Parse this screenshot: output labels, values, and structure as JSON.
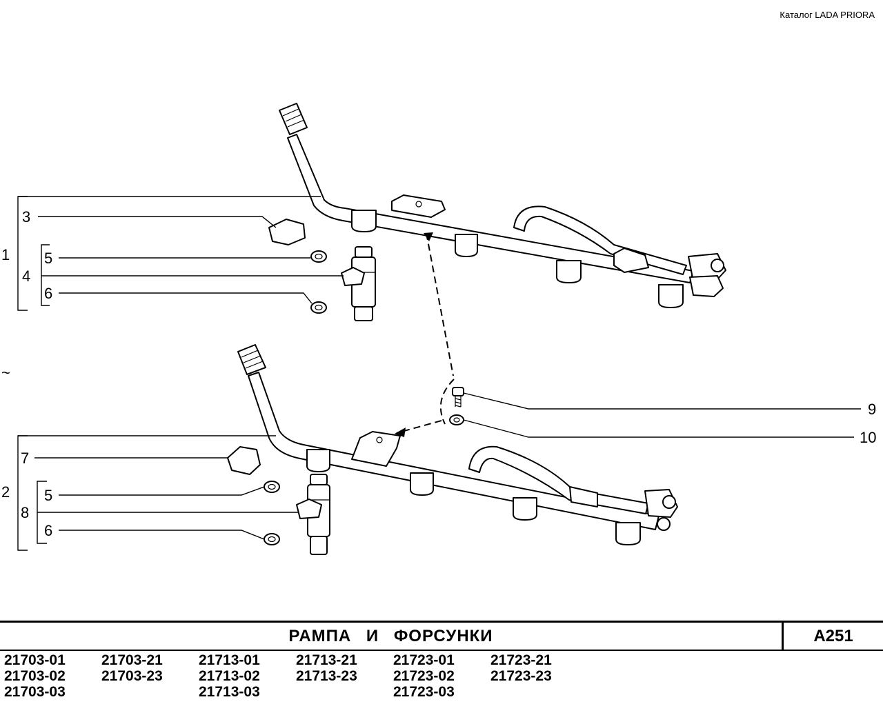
{
  "header": {
    "catalog": "Каталог  LADA  PRIORA"
  },
  "callouts": {
    "n1": "1",
    "n2": "2",
    "n3": "3",
    "n4": "4",
    "n5a": "5",
    "n6a": "6",
    "n7": "7",
    "n8": "8",
    "n5b": "5",
    "n6b": "6",
    "n9": "9",
    "n10": "10",
    "tilde": "~"
  },
  "title": {
    "text": "РАМПА   И   ФОРСУНКИ",
    "code": "А251"
  },
  "models": [
    [
      "21703-01",
      "21703-21",
      "21713-01",
      "21713-21",
      "21723-01",
      "21723-21"
    ],
    [
      "21703-02",
      "21703-23",
      "21713-02",
      "21713-23",
      "21723-02",
      "21723-23"
    ],
    [
      "21703-03",
      "",
      "21713-03",
      "",
      "21723-03",
      ""
    ]
  ]
}
